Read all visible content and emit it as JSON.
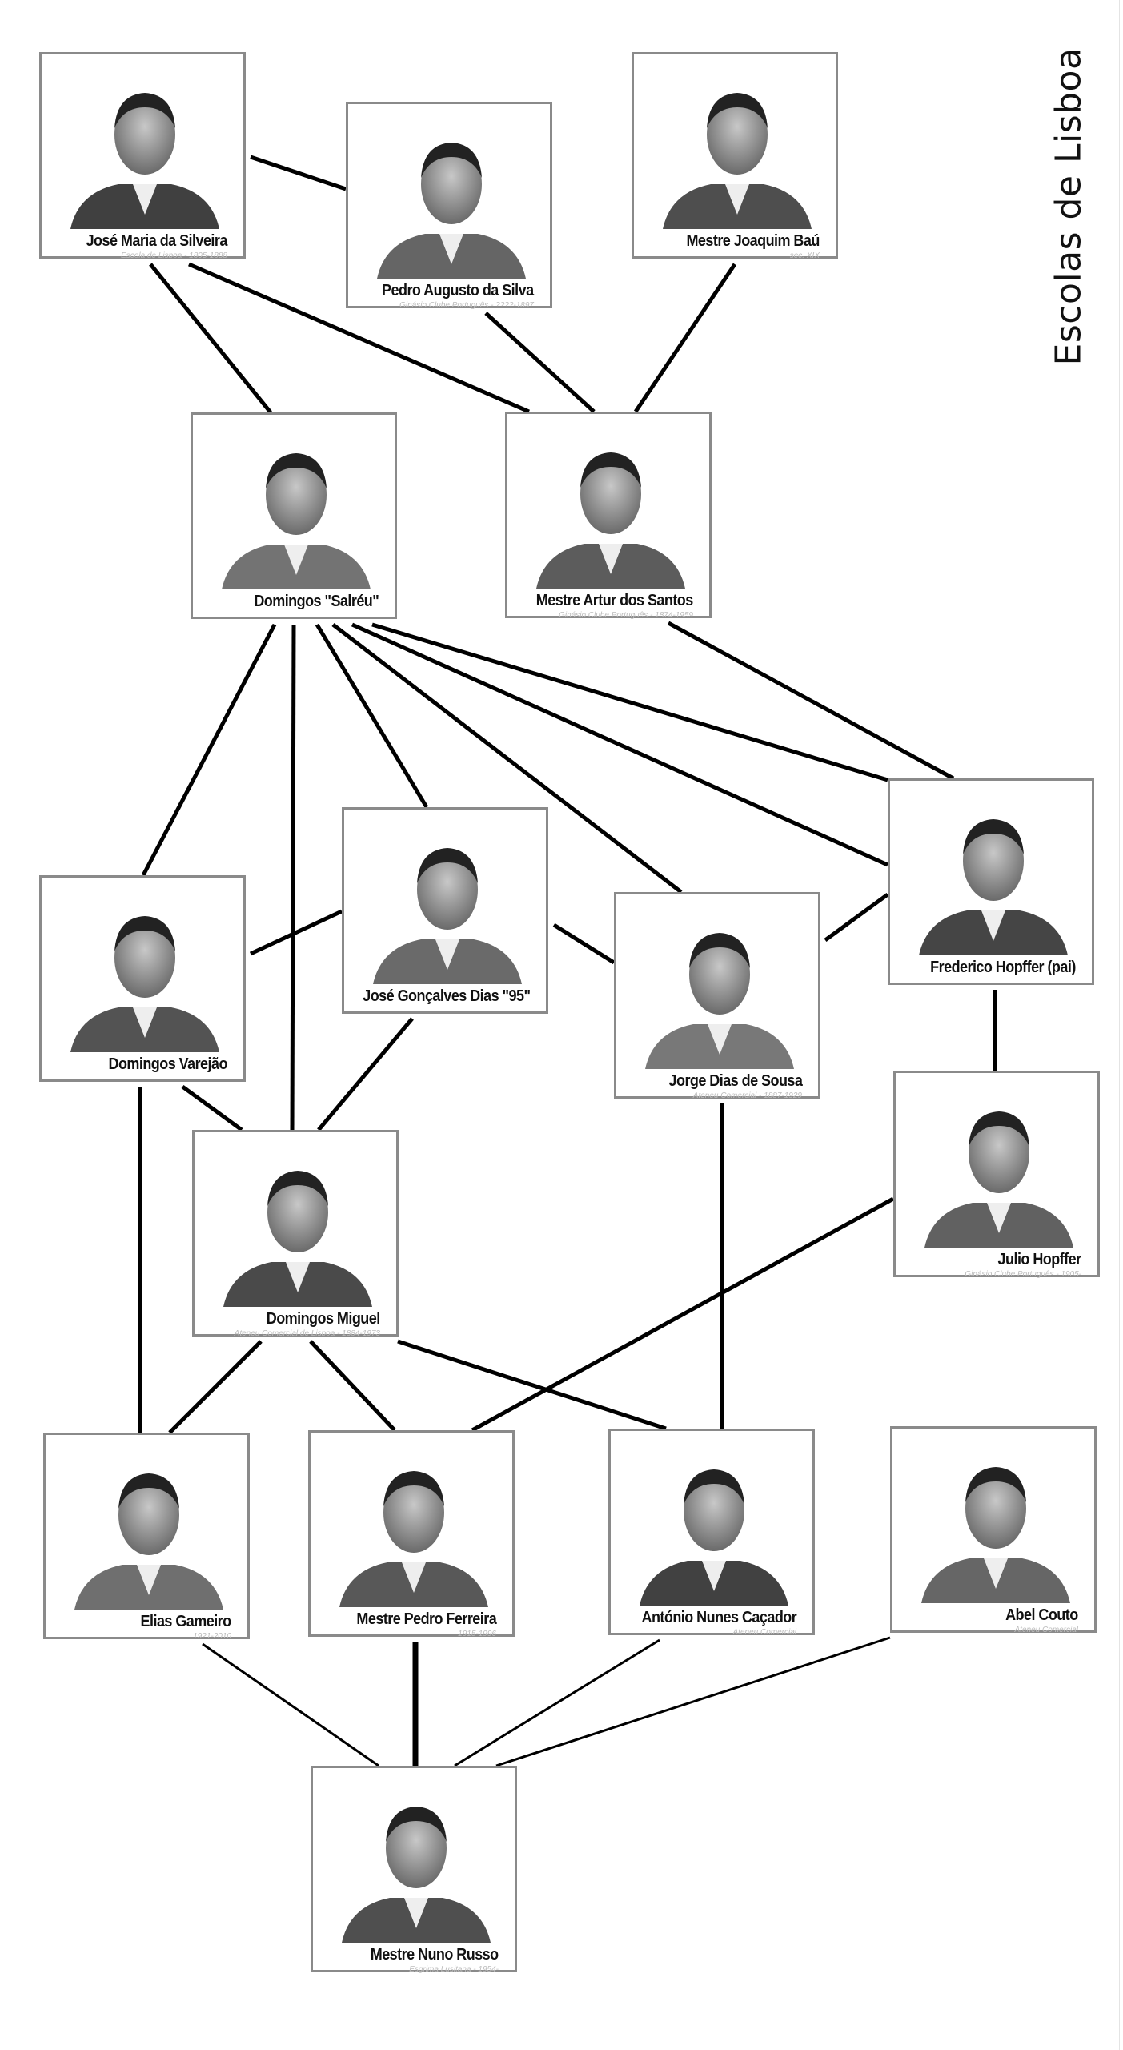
{
  "title": "Escolas de Lisboa",
  "nodes": [
    {
      "id": "silveira",
      "name": "José Maria da Silveira",
      "subtitle": "Escola de Lisboa - 1805-1888"
    },
    {
      "id": "pedro-augusto",
      "name": "Pedro Augusto da Silva",
      "subtitle": "Ginásio Clube Português - ????-1897"
    },
    {
      "id": "joaquim-bau",
      "name": "Mestre Joaquim Baú",
      "subtitle": "sec. XIX"
    },
    {
      "id": "salreu",
      "name": "Domingos \"Salréu\"",
      "subtitle": ""
    },
    {
      "id": "artur-santos",
      "name": "Mestre Artur dos Santos",
      "subtitle": "Ginásio Clube Português - 1874-1959"
    },
    {
      "id": "frederico-hopffer",
      "name": "Frederico Hopffer (pai)",
      "subtitle": ""
    },
    {
      "id": "goncalves-dias",
      "name": "José Gonçalves Dias \"95\"",
      "subtitle": ""
    },
    {
      "id": "varejao",
      "name": "Domingos Varejão",
      "subtitle": ""
    },
    {
      "id": "jorge-dias",
      "name": "Jorge Dias de Sousa",
      "subtitle": "Ateneu Comercial - 1887-1929"
    },
    {
      "id": "julio-hopffer",
      "name": "Julio Hopffer",
      "subtitle": "Ginásio Clube Português - 1905-"
    },
    {
      "id": "domingos-miguel",
      "name": "Domingos Miguel",
      "subtitle": "Ateneu Comercial de Lisboa - 1884-1973"
    },
    {
      "id": "elias-gameiro",
      "name": "Elias Gameiro",
      "subtitle": "1921-2010"
    },
    {
      "id": "pedro-ferreira",
      "name": "Mestre Pedro Ferreira",
      "subtitle": "1915-1996"
    },
    {
      "id": "antonio-cacador",
      "name": "António Nunes Caçador",
      "subtitle": "Ateneu Comercial"
    },
    {
      "id": "abel-couto",
      "name": "Abel Couto",
      "subtitle": "Ateneu Comercial"
    },
    {
      "id": "nuno-russo",
      "name": "Mestre Nuno Russo",
      "subtitle": "Esgrima Lusitana - 1954-"
    }
  ],
  "edges": [
    [
      "silveira",
      "pedro-augusto"
    ],
    [
      "silveira",
      "salreu"
    ],
    [
      "silveira",
      "artur-santos"
    ],
    [
      "pedro-augusto",
      "artur-santos"
    ],
    [
      "joaquim-bau",
      "artur-santos"
    ],
    [
      "salreu",
      "varejao"
    ],
    [
      "salreu",
      "domingos-miguel"
    ],
    [
      "salreu",
      "goncalves-dias"
    ],
    [
      "salreu",
      "jorge-dias"
    ],
    [
      "salreu",
      "frederico-hopffer"
    ],
    [
      "salreu",
      "frederico-hopffer"
    ],
    [
      "artur-santos",
      "frederico-hopffer"
    ],
    [
      "varejao",
      "goncalves-dias"
    ],
    [
      "goncalves-dias",
      "jorge-dias"
    ],
    [
      "jorge-dias",
      "frederico-hopffer"
    ],
    [
      "goncalves-dias",
      "domingos-miguel"
    ],
    [
      "varejao",
      "domingos-miguel"
    ],
    [
      "varejao",
      "elias-gameiro"
    ],
    [
      "frederico-hopffer",
      "julio-hopffer"
    ],
    [
      "jorge-dias",
      "antonio-cacador"
    ],
    [
      "julio-hopffer",
      "pedro-ferreira"
    ],
    [
      "domingos-miguel",
      "elias-gameiro"
    ],
    [
      "domingos-miguel",
      "pedro-ferreira"
    ],
    [
      "domingos-miguel",
      "antonio-cacador"
    ],
    [
      "elias-gameiro",
      "nuno-russo"
    ],
    [
      "pedro-ferreira",
      "nuno-russo"
    ],
    [
      "antonio-cacador",
      "nuno-russo"
    ],
    [
      "abel-couto",
      "nuno-russo"
    ]
  ]
}
